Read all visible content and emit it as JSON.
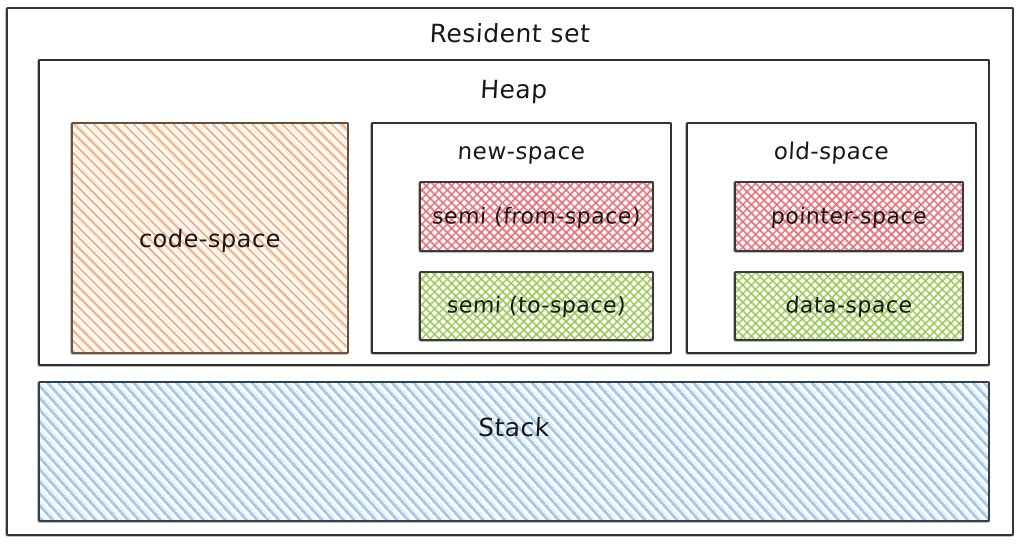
{
  "diagram": {
    "title": "Resident set",
    "type": "nested-memory-layout",
    "regions": {
      "resident_set": {
        "label": "Resident set"
      },
      "heap": {
        "label": "Heap"
      },
      "code_space": {
        "label": "code-space",
        "fill": "#f3ae7b",
        "fill_style": "hachure",
        "stroke": "#6a5442"
      },
      "new_space": {
        "label": "new-space",
        "children": [
          {
            "label": "semi (from-space)",
            "fill": "#e76e76",
            "fill_style": "cross-hatch",
            "stroke": "#3a3a3a"
          },
          {
            "label": "semi (to-space)",
            "fill": "#96c650",
            "fill_style": "cross-hatch",
            "stroke": "#3a3a3a"
          }
        ]
      },
      "old_space": {
        "label": "old-space",
        "children": [
          {
            "label": "pointer-space",
            "fill": "#e76e76",
            "fill_style": "cross-hatch",
            "stroke": "#3a3a3a"
          },
          {
            "label": "data-space",
            "fill": "#96c650",
            "fill_style": "cross-hatch",
            "stroke": "#3a3a3a"
          }
        ]
      },
      "stack": {
        "label": "Stack",
        "fill": "#96c1e9",
        "fill_style": "hachure",
        "stroke": "#34404c"
      }
    },
    "colors": {
      "background": "#ffffff",
      "stroke_default": "#2f2f2f",
      "text": "#181818",
      "orange": "#f3ae7b",
      "red": "#e76e76",
      "green": "#96c650",
      "blue": "#96c1e9"
    }
  }
}
